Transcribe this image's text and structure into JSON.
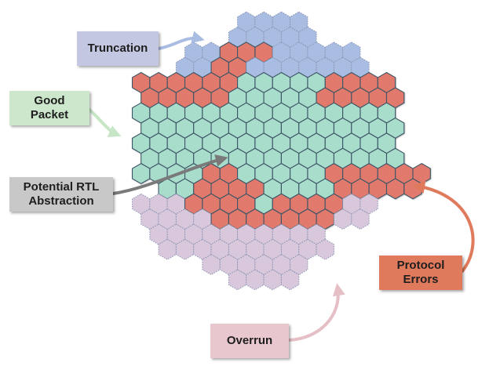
{
  "labels": {
    "truncation": "Truncation",
    "good_packet": "Good\nPacket",
    "potential_rtl": "Potential RTL\nAbstraction",
    "protocol_errors": "Protocol\nErrors",
    "overrun": "Overrun"
  },
  "colors": {
    "truncation": "#a9bde3",
    "good_packet": "#a8dccb",
    "protocol_errors": "#e17a6c",
    "overrun": "#d9c8dc",
    "hex_stroke_solid": "#3c5566",
    "arrow_truncation": "#a9bde3",
    "arrow_good": "#c6e6c5",
    "arrow_rtl": "#7a7a7a",
    "arrow_protocol": "#e07a5c",
    "arrow_overrun": "#e6bfc6"
  },
  "regions": {
    "T": "truncation",
    "G": "good_packet",
    "P": "protocol_errors",
    "O": "overrun"
  },
  "grid_rows": [
    "........TTTT.......",
    ".......TTTTT.......",
    ".....TTPPPTTTTT....",
    "....TTPPTTTTTTT....",
    "..PPPPPPGGGGGPPPP..",
    "..PPPPPGGGGGPPPPP..",
    "..GGGGGGGGGGGGGGG..",
    "..GGGGGGGGGGGGGGG..",
    "..GGGGGGGGGGGGGGG..",
    "..GGGGGGGGGGGGGGG..",
    "..GGGGPPGGGGGPPPPPP",
    "...GGPPPPGGGGPPPPP.",
    "..OOOPPPPGPPPPOO...",
    "..OOOOPPPPPPPOO....",
    "...OOOOOOOOOO......",
    "...OOOOOOOOOO......",
    "......OOOOOO.......",
    ".......OOOO........"
  ]
}
